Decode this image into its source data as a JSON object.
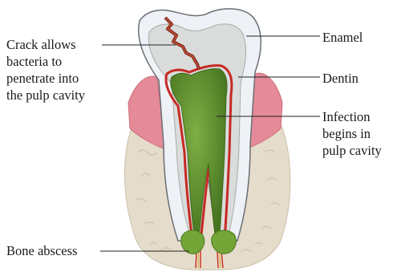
{
  "colors": {
    "enamel": "#eef1f5",
    "dentin": "#dadcdc",
    "pulp": "#5b8f2c",
    "gum": "#e58a98",
    "bone": "#e6dccb",
    "blood_vessel": "#c62a22",
    "crack": "#8a2a1c",
    "leader": "#222222"
  },
  "labels": {
    "crack": "Crack allows\nbacteria to\npenetrate into\nthe pulp cavity",
    "enamel": "Enamel",
    "dentin": "Dentin",
    "infection": "Infection\nbegins in\npulp cavity",
    "abscess": "Bone abscess"
  }
}
